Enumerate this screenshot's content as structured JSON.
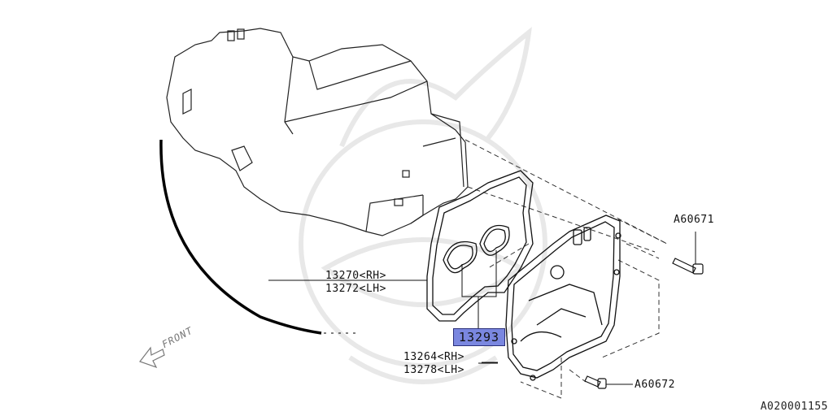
{
  "diagram": {
    "front_label": "FRONT",
    "parts": {
      "p13270": "13270<RH>",
      "p13272": "13272<LH>",
      "p13293": "13293",
      "p13264": "13264<RH>",
      "p13278": "13278<LH>",
      "a60671": "A60671",
      "a60672": "A60672"
    },
    "highlighted_part": "13293",
    "highlight_color": "#7a87e0",
    "drawing_code": "A020001155"
  }
}
